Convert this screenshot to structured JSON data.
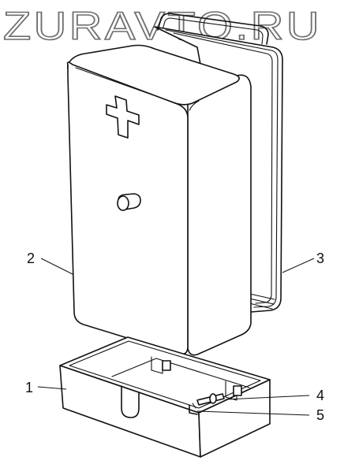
{
  "watermark": {
    "text": "ZURAVTO.RU"
  },
  "callouts": [
    {
      "id": "1",
      "label": "1"
    },
    {
      "id": "2",
      "label": "2"
    },
    {
      "id": "3",
      "label": "3"
    },
    {
      "id": "4",
      "label": "4"
    },
    {
      "id": "5",
      "label": "5"
    }
  ],
  "colors": {
    "line": "#111111",
    "background": "#ffffff",
    "watermark_outline": "#6e6e6e"
  },
  "icons": {
    "cross": "first-aid-cross-icon"
  }
}
